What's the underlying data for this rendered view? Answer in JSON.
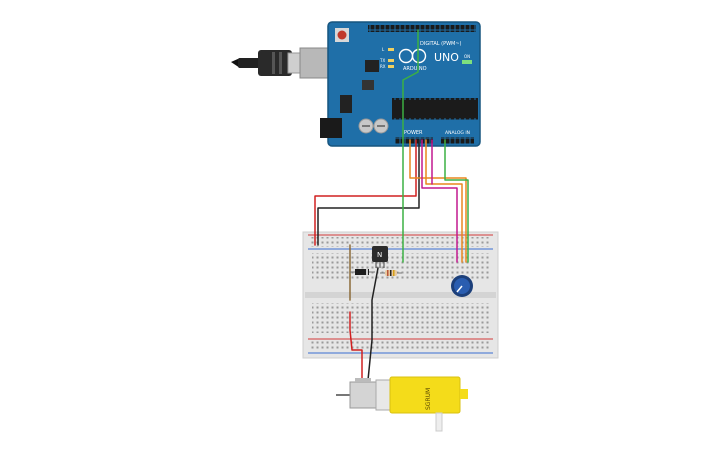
{
  "arduino": {
    "model_label": "UNO",
    "brand_label": "ARDUINO",
    "digital_header_label": "DIGITAL (PWM~)",
    "power_label": "POWER",
    "analog_label": "ANALOG IN",
    "tx_label": "TX",
    "rx_label": "RX",
    "l_label": "L",
    "on_label": "ON"
  },
  "transistor": {
    "label": "N"
  },
  "motor": {
    "label": "SGRUM"
  },
  "colors": {
    "board": "#1f6fa8",
    "board_edge": "#17557f",
    "breadboard": "#e6e6e6",
    "rail_red": "#d23a3a",
    "rail_blue": "#3a6fd2",
    "wire_red": "#d02020",
    "wire_black": "#222222",
    "wire_green": "#3cb043",
    "wire_orange": "#e8871e",
    "wire_magenta": "#c2188f",
    "motor_yellow": "#f4dc1a",
    "pot_blue": "#2a5db0"
  }
}
